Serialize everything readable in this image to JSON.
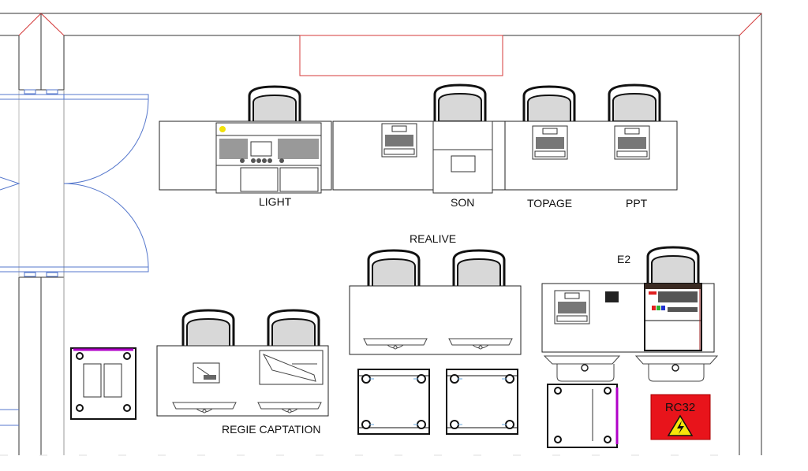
{
  "plan": {
    "labels": {
      "light": "LIGHT",
      "son": "SON",
      "topage": "TOPAGE",
      "ppt": "PPT",
      "realive": "REALIVE",
      "e2": "E2",
      "regie": "REGIE CAPTATION"
    },
    "power_box": {
      "label": "RC32",
      "color": "#e8141b",
      "icon": "high-voltage-warning-icon"
    },
    "colors": {
      "wall_outline": "#d43a3a",
      "door": "#5577cc",
      "rack_accent": "#b000c8",
      "console_button": "#f2e20a"
    }
  }
}
